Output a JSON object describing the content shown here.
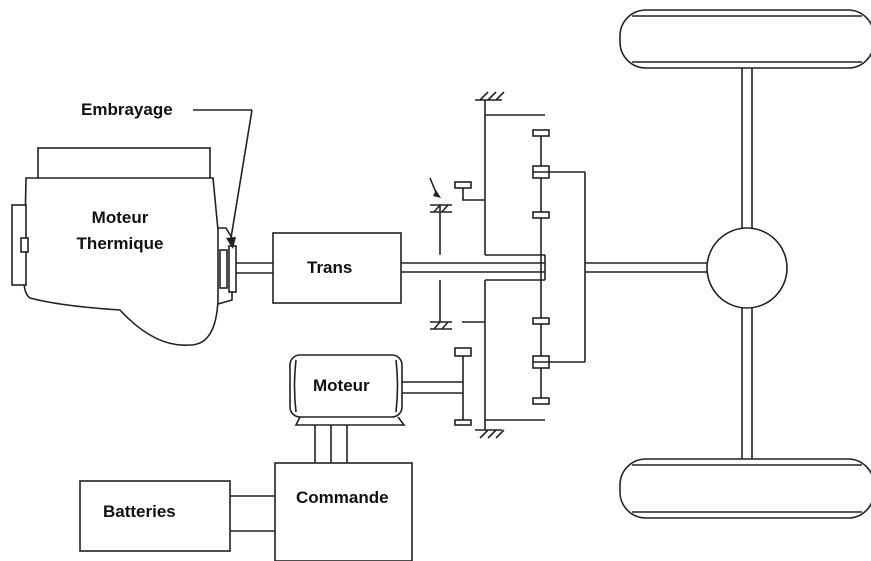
{
  "labels": {
    "embrayage": "Embrayage",
    "moteur_thermique_line1": "Moteur",
    "moteur_thermique_line2": "Thermique",
    "trans": "Trans",
    "moteur": "Moteur",
    "commande": "Commande",
    "batteries": "Batteries"
  },
  "colors": {
    "stroke": "#222222",
    "background": "#ffffff",
    "text": "#111111"
  }
}
